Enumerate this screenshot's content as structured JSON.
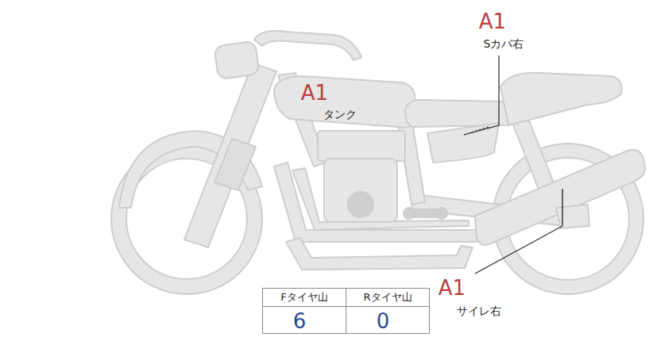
{
  "diagram": {
    "labels": [
      "A1",
      "Sカバ右",
      "A1",
      "タンク",
      "A1",
      "サイレ右",
      "Fタイヤ山",
      "Rタイヤ山",
      "6",
      "0"
    ]
  }
}
